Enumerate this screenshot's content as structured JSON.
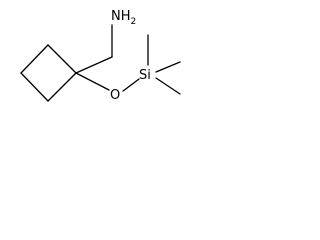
{
  "molecule": {
    "atoms": {
      "amine": {
        "element": "N",
        "hydrogens": "H",
        "hydrogen_count": "2"
      },
      "oxygen": {
        "element": "O"
      },
      "silicon": {
        "element": "Si"
      }
    }
  }
}
